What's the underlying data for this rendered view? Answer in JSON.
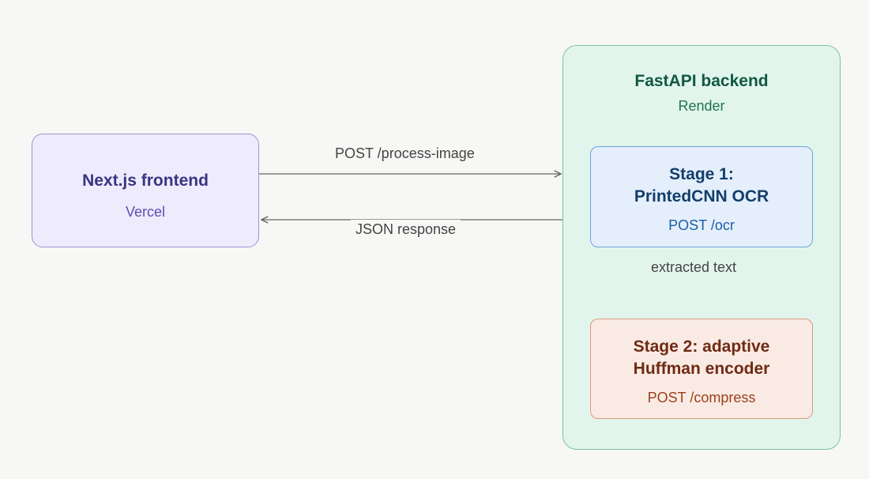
{
  "frontend": {
    "title": "Next.js frontend",
    "host": "Vercel",
    "color": "#eeebfc"
  },
  "backend": {
    "title": "FastAPI backend",
    "host": "Render",
    "color": "#e2f5ec"
  },
  "stage1": {
    "title_line1": "Stage 1:",
    "title_line2": "PrintedCNN OCR",
    "endpoint": "POST /ocr",
    "color": "#e4effb"
  },
  "stage2": {
    "title_line1": "Stage 2: adaptive",
    "title_line2": "Huffman encoder",
    "endpoint": "POST /compress",
    "color": "#f9ebe4"
  },
  "edges": {
    "request": "POST /process-image",
    "response": "JSON response",
    "internal": "extracted text"
  }
}
